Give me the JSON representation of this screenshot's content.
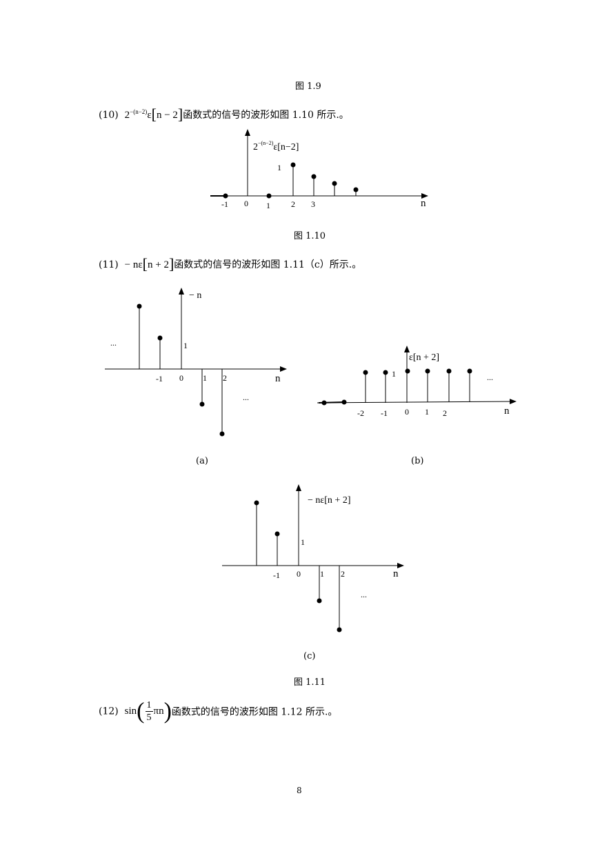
{
  "captions": {
    "fig_1_9": "图 1.9",
    "fig_1_10": "图 1.10",
    "fig_1_11": "图 1.11",
    "sub_a": "(a)",
    "sub_b": "(b)",
    "sub_c": "(c)"
  },
  "para10": {
    "num": "(10)",
    "base": "2",
    "exp": "−(n−2)",
    "eps": "ε",
    "arg": "n − 2",
    "text": "函数式的信号的波形如图 1.10 所示.。"
  },
  "para11": {
    "num": "(11)",
    "expr": "− nε",
    "arg": "n + 2",
    "text": "函数式的信号的波形如图 1.11（c）所示.。"
  },
  "para12": {
    "num": "(12)",
    "fn": "sin",
    "frac_num": "1",
    "frac_den": "5",
    "tail": "πn",
    "text": "函数式的信号的波形如图 1.12 所示.。"
  },
  "fig110": {
    "ylabel_base": "2",
    "ylabel_exp": "−(n−2)",
    "ylabel_rest": "ε[n−2]",
    "one": "1",
    "xlabel": "n",
    "ticks": [
      "-1",
      "0",
      "1",
      "2",
      "3"
    ]
  },
  "fig111a": {
    "ylabel": "− n",
    "one": "1",
    "dots": "...",
    "xlabel": "n",
    "ticks": [
      "-1",
      "0",
      "1",
      "2"
    ]
  },
  "fig111b": {
    "ylabel": "ε[n + 2]",
    "one": "1",
    "dots": "...",
    "xlabel": "n",
    "ticks": [
      "-2",
      "-1",
      "0",
      "1",
      "2"
    ]
  },
  "fig111c": {
    "ylabel": "− nε[n + 2]",
    "one": "1",
    "dots": "...",
    "xlabel": "n",
    "ticks": [
      "-1",
      "0",
      "1",
      "2"
    ]
  },
  "page_number": "8"
}
